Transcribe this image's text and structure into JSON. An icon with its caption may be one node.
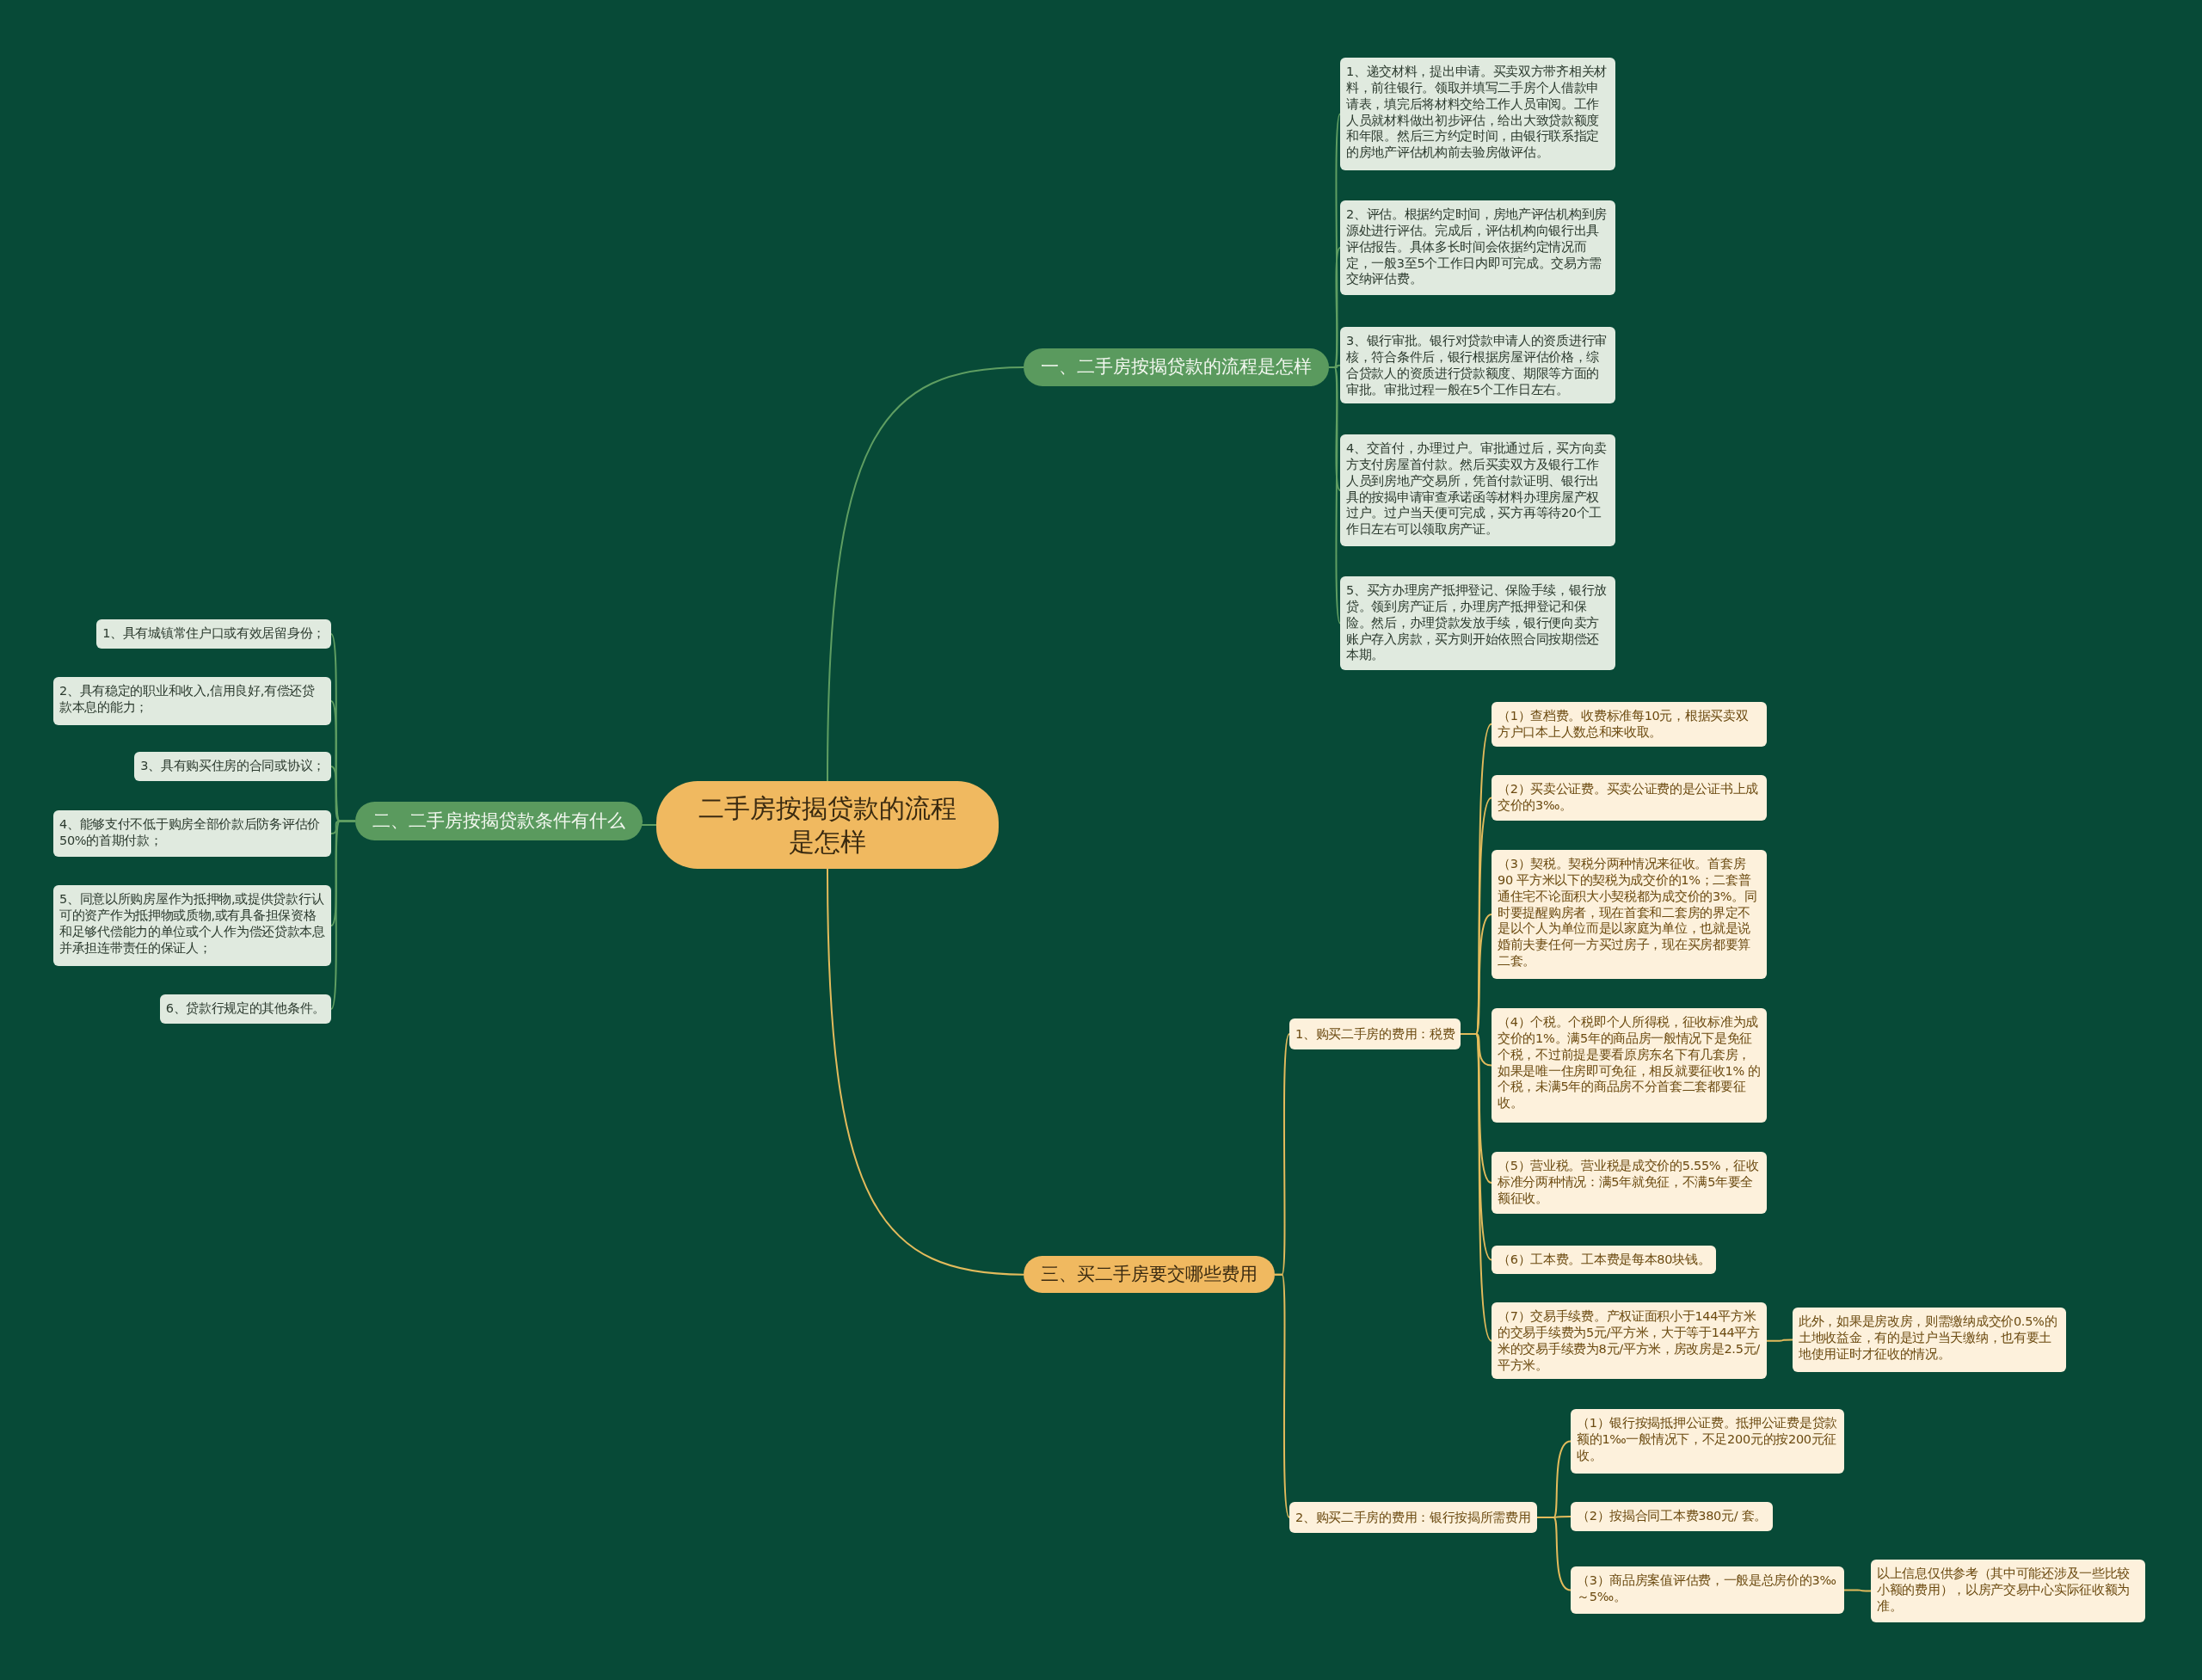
{
  "diagram": {
    "nodes": [
      {
        "text": [
          "二手房按揭贷款的流程是怎样"
        ]
      },
      {
        "text": [
          "一、二手房按揭贷款的流程是怎样"
        ]
      },
      {
        "text": [
          "1、递交材料，提出申请。买卖双方带齐相关材料，前往银行。领取并填写二手房个人借款申请表，填完后将材料交给工作人员审阅。工作人员就材料做出初步评估，给出大致贷款额度和年限。然后三方约定时间，由银行联系指定的房地产评估机构前去验房做评估。"
        ]
      },
      {
        "text": [
          "2、评估。根据约定时间，房地产评估机构到房源处进行评估。完成后，评估机构向银行出具评估报告。具体多长时间会依据约定情况而定，一般3至5个工作日内即可完成。交易方需交纳评估费。"
        ]
      },
      {
        "text": [
          "3、银行审批。银行对贷款申请人的资质进行审核，符合条件后，银行根据房屋评估价格，综合贷款人的资质进行贷款额度、期限等方面的审批。审批过程一般在5个工作日左右。"
        ]
      },
      {
        "text": [
          "4、交首付，办理过户。审批通过后，买方向卖方支付房屋首付款。然后买卖双方及银行工作人员到房地产交易所，凭首付款证明、银行出具的按揭申请审查承诺函等材料办理房屋产权过户。过户当天便可完成，买方再等待20个工作日左右可以领取房产证。"
        ]
      },
      {
        "text": [
          "5、买方办理房产抵押登记、保险手续，银行放贷。领到房产证后，办理房产抵押登记和保险。然后，办理贷款发放手续，银行便向卖方账户存入房款，买方则开始依照合同按期偿还本期。"
        ]
      },
      {
        "text": [
          "二、二手房按揭贷款条件有什么"
        ]
      },
      {
        "text": [
          "1、具有城镇常住户口或有效居留身份；"
        ]
      },
      {
        "text": [
          "2、具有稳定的职业和收入,信用良好,有偿还贷款本息的能力；"
        ]
      },
      {
        "text": [
          "3、具有购买住房的合同或协议；"
        ]
      },
      {
        "text": [
          "4、能够支付不低于购房全部价款后防务评估价50%的首期付款；"
        ]
      },
      {
        "text": [
          "5、同意以所购房屋作为抵押物,或提供贷款行认可的资产作为抵押物或质物,或有具备担保资格和足够代偿能力的单位或个人作为偿还贷款本息并承担连带责任的保证人；"
        ]
      },
      {
        "text": [
          "6、贷款行规定的其他条件。"
        ]
      },
      {
        "text": [
          "三、买二手房要交哪些费用"
        ]
      },
      {
        "text": [
          "1、购买二手房的费用：税费"
        ]
      },
      {
        "text": [
          "（1）查档费。收费标准每10元，根据买卖双方户口本上人数总和来收取。"
        ]
      },
      {
        "text": [
          "（2）买卖公证费。买卖公证费的是公证书上成交价的3‰。"
        ]
      },
      {
        "text": [
          "（3）契税。契税分两种情况来征收。首套房90 平方米以下的契税为成交价的1%；二套普通住宅不论面积大小契税都为成交价的3%。同时要提醒购房者，现在首套和二套房的界定不是以个人为单位而是以家庭为单位，也就是说婚前夫妻任何一方买过房子，现在买房都要算二套。"
        ]
      },
      {
        "text": [
          "（4）个税。个税即个人所得税，征收标准为成交价的1%。满5年的商品房一般情况下是免征个税，不过前提是要看原房东名下有几套房，如果是唯一住房即可免征，相反就要征收1% 的个税，未满5年的商品房不分首套二套都要征收。"
        ]
      },
      {
        "text": [
          "（5）营业税。营业税是成交价的5.55%，征收标准分两种情况：满5年就免征，不满5年要全额征收。"
        ]
      },
      {
        "text": [
          "（6）工本费。工本费是每本80块钱。"
        ]
      },
      {
        "text": [
          "（7）交易手续费。产权证面积小于144平方米的交易手续费为5元/平方米，大于等于144平方米的交易手续费为8元/平方米，房改房是2.5元/平方米。"
        ]
      },
      {
        "text": [
          "此外，如果是房改房，则需缴纳成交价0.5%的土地收益金，有的是过户当天缴纳，也有要土地使用证时才征收的情况。"
        ]
      },
      {
        "text": [
          "2、购买二手房的费用：银行按揭所需费用"
        ]
      },
      {
        "text": [
          "（1）银行按揭抵押公证费。抵押公证费是贷款额的1‰一般情况下，不足200元的按200元征收。"
        ]
      },
      {
        "text": [
          "（2）按揭合同工本费380元/ 套。"
        ]
      },
      {
        "text": [
          "（3）商品房案值评估费，一般是总房价的3‰～5‰。"
        ]
      },
      {
        "text": [
          "以上信息仅供参考（其中可能还涉及一些比较小额的费用），以房产交易中心实际征收额为准。"
        ]
      }
    ],
    "edges": [
      {
        "from": 0,
        "to": 1,
        "arrow": "none",
        "color": "#5f9e62"
      },
      {
        "from": 0,
        "to": 7,
        "arrow": "none",
        "color": "#5f9e62"
      },
      {
        "from": 0,
        "to": 14,
        "arrow": "none"
      },
      {
        "from": 1,
        "to": 2,
        "arrow": "none",
        "color": "#5f9e62"
      },
      {
        "from": 1,
        "to": 3,
        "arrow": "none",
        "color": "#5f9e62"
      },
      {
        "from": 1,
        "to": 4,
        "arrow": "none",
        "color": "#5f9e62"
      },
      {
        "from": 1,
        "to": 5,
        "arrow": "none",
        "color": "#5f9e62"
      },
      {
        "from": 1,
        "to": 6,
        "arrow": "none",
        "color": "#5f9e62"
      },
      {
        "from": 7,
        "to": 8,
        "arrow": "none",
        "color": "#5f9e62"
      },
      {
        "from": 7,
        "to": 9,
        "arrow": "none",
        "color": "#5f9e62"
      },
      {
        "from": 7,
        "to": 10,
        "arrow": "none",
        "color": "#5f9e62"
      },
      {
        "from": 7,
        "to": 11,
        "arrow": "none",
        "color": "#5f9e62"
      },
      {
        "from": 7,
        "to": 12,
        "arrow": "none",
        "color": "#5f9e62"
      },
      {
        "from": 7,
        "to": 13,
        "arrow": "none",
        "color": "#5f9e62"
      },
      {
        "from": 14,
        "to": 15,
        "arrow": "none"
      },
      {
        "from": 14,
        "to": 24,
        "arrow": "none"
      },
      {
        "from": 15,
        "to": 16,
        "arrow": "none"
      },
      {
        "from": 15,
        "to": 17,
        "arrow": "none"
      },
      {
        "from": 15,
        "to": 18,
        "arrow": "none"
      },
      {
        "from": 15,
        "to": 19,
        "arrow": "none"
      },
      {
        "from": 15,
        "to": 20,
        "arrow": "none"
      },
      {
        "from": 15,
        "to": 21,
        "arrow": "none"
      },
      {
        "from": 15,
        "to": 22,
        "arrow": "none"
      },
      {
        "from": 22,
        "to": 23,
        "arrow": "none"
      },
      {
        "from": 24,
        "to": 25,
        "arrow": "none"
      },
      {
        "from": 24,
        "to": 26,
        "arrow": "none"
      },
      {
        "from": 24,
        "to": 27,
        "arrow": "none"
      },
      {
        "from": 27,
        "to": 28,
        "arrow": "none"
      }
    ]
  }
}
